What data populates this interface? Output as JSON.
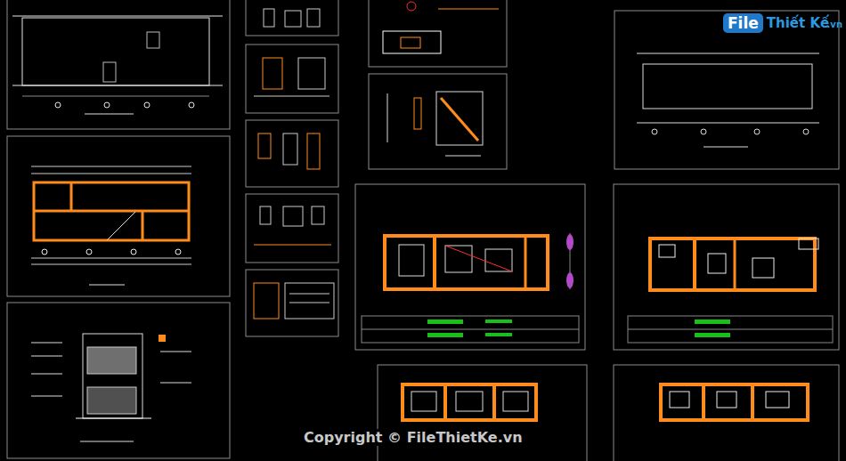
{
  "diagram": {
    "labels": [
      "File",
      "Thiết Kế",
      ".vn",
      "Copyright © FileThietKe.vn"
    ]
  }
}
